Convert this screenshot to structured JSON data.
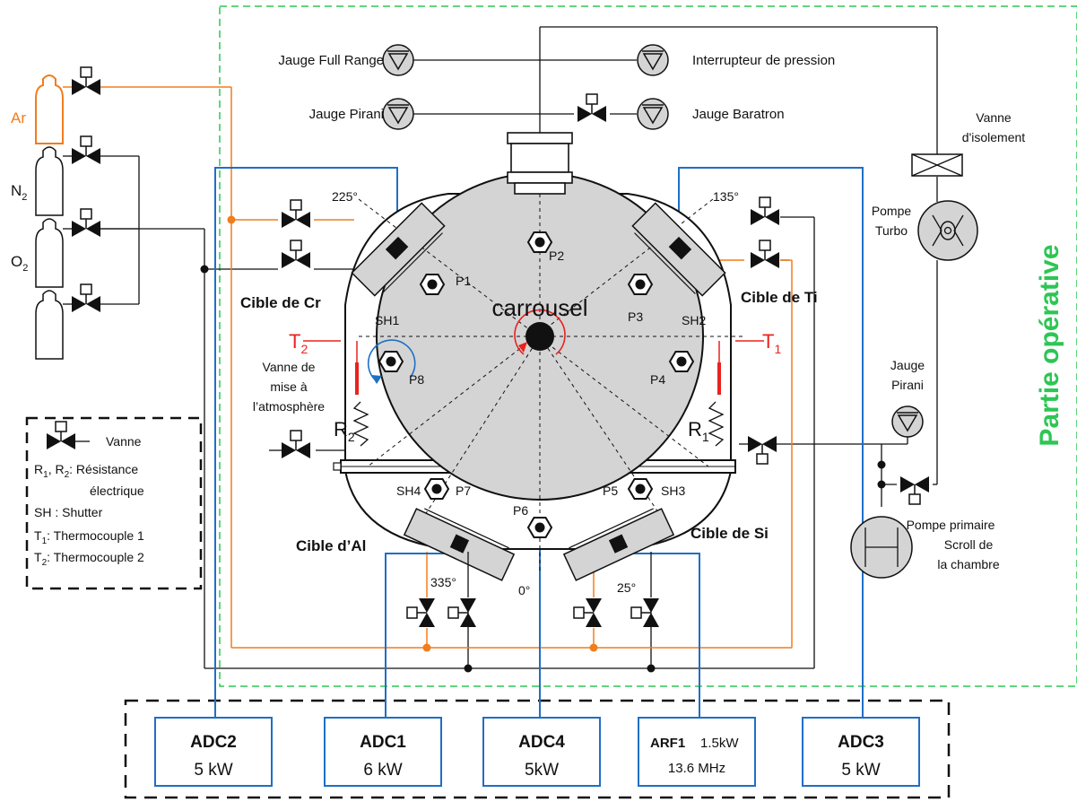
{
  "gauges": {
    "full_range": "Jauge Full Range",
    "interrupteur": "Interrupteur de pression",
    "pirani_top": "Jauge Pirani",
    "baratron": "Jauge Baratron",
    "pirani_right_l1": "Jauge",
    "pirani_right_l2": "Pirani"
  },
  "isolation_valve": {
    "l1": "Vanne",
    "l2": "d'isolement"
  },
  "turbo": {
    "l1": "Pompe",
    "l2": "Turbo"
  },
  "primary_pump": {
    "l1": "Pompe primaire",
    "l2": "Scroll de",
    "l3": "la chambre"
  },
  "zone_label": "Partie opérative",
  "gases": {
    "ar": "Ar",
    "n2": "N",
    "n2_sub": "2",
    "o2": "O",
    "o2_sub": "2"
  },
  "chamber": {
    "carrousel": "carrousel",
    "positions": [
      "P1",
      "P2",
      "P3",
      "P4",
      "P5",
      "P6",
      "P7",
      "P8"
    ],
    "shutters": {
      "sh1": "SH1",
      "sh2": "SH2",
      "sh3": "SH3",
      "sh4": "SH4"
    },
    "angles": {
      "a225": "225°",
      "a135": "135°",
      "a335": "335°",
      "a0": "0°",
      "a25": "25°"
    }
  },
  "targets": {
    "cr": "Cible de Cr",
    "ti": "Cible de Ti",
    "al": "Cible d’Al",
    "si": "Cible de Si"
  },
  "thermo": {
    "t2": "T",
    "t2_sub": "2",
    "t1": "T",
    "t1_sub": "1",
    "r2": "R",
    "r2_sub": "2",
    "r1": "R",
    "r1_sub": "1"
  },
  "vent_valve": {
    "l1": "Vanne de",
    "l2": "mise à",
    "l3": "l’atmosphère"
  },
  "legend": {
    "vanne": "Vanne",
    "r_line1_a": "R",
    "r_line1_sub1": "1",
    "r_line1_b": ", R",
    "r_line1_sub2": "2",
    "r_line1_c": ": Résistance",
    "r_line2": "électrique",
    "sh_line": "SH : Shutter",
    "t1_a": "T",
    "t1_sub": "1",
    "t1_b": ": Thermocouple 1",
    "t2_a": "T",
    "t2_sub": "2",
    "t2_b": ": Thermocouple 2"
  },
  "supplies": [
    {
      "name": "ADC2",
      "power": "5 kW"
    },
    {
      "name": "ADC1",
      "power": "6 kW"
    },
    {
      "name": "ADC4",
      "power": "5kW"
    },
    {
      "name": "ARF1",
      "power": "1.5kW",
      "freq": "13.6 MHz"
    },
    {
      "name": "ADC3",
      "power": "5 kW"
    }
  ],
  "colors": {
    "orange": "#f07d1e",
    "blue": "#1f6fc5",
    "green": "#2dc653",
    "red": "#e8231f",
    "grey": "#d4d4d4"
  }
}
